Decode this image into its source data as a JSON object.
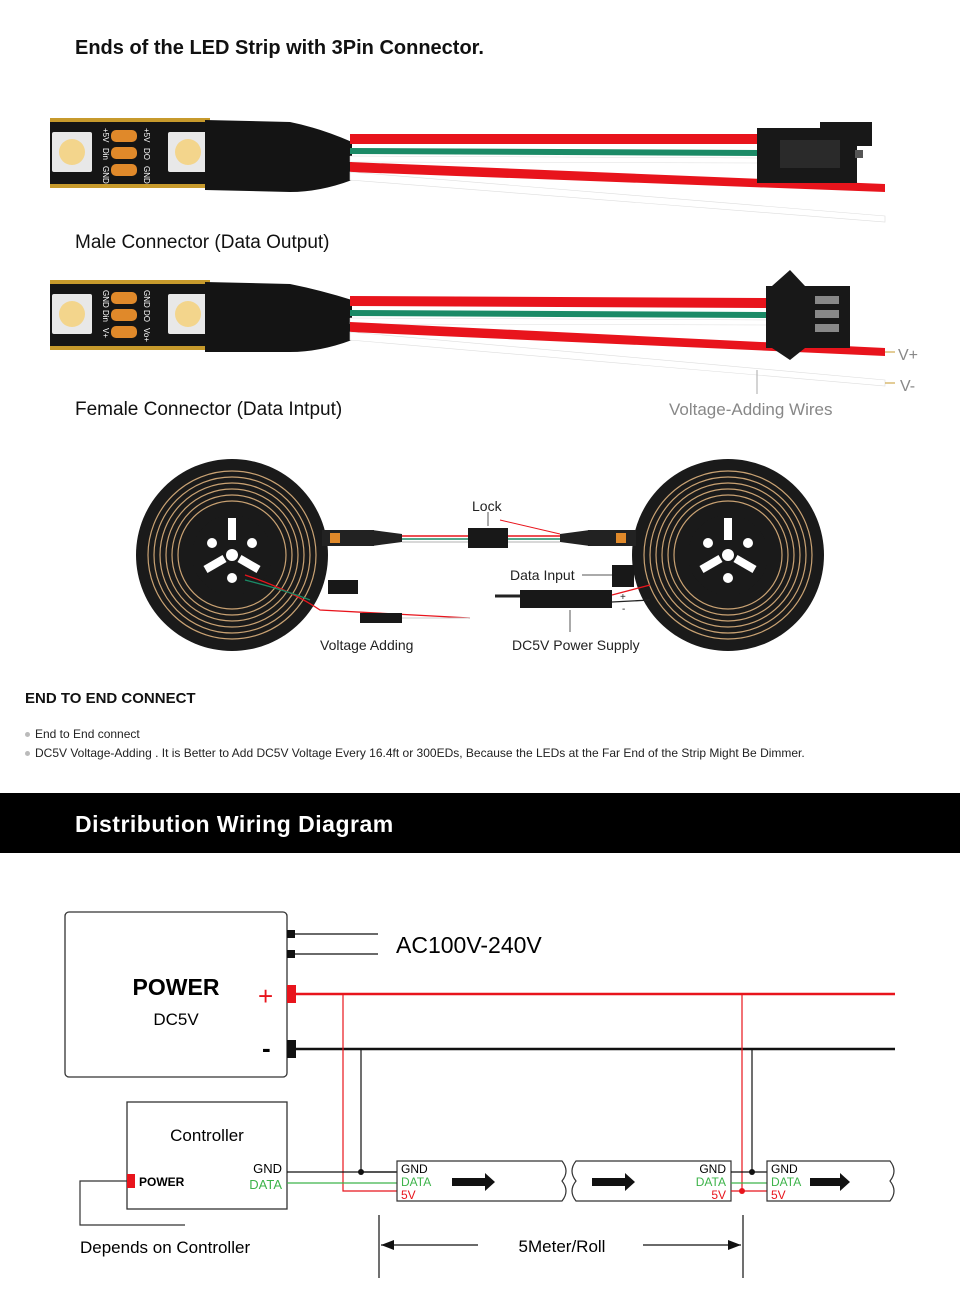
{
  "header": {
    "title": "Ends of the LED Strip with 3Pin Connector."
  },
  "male": {
    "label": "Male Connector (Data Output)",
    "pads": [
      "+5V",
      "Din",
      "GND"
    ],
    "pads_right": [
      "+5V",
      "DO",
      "GND"
    ]
  },
  "female": {
    "label": "Female Connector (Data Intput)",
    "pads": [
      "GND",
      "Din",
      "V+"
    ],
    "pads_right": [
      "GND",
      "DO",
      "Vo+"
    ],
    "v_plus": "V+",
    "v_minus": "V-",
    "wires_label": "Voltage-Adding Wires"
  },
  "reels": {
    "lock": "Lock",
    "data_input": "Data Input",
    "voltage_adding": "Voltage Adding",
    "power_supply": "DC5V Power Supply",
    "plus": "+",
    "minus": "-"
  },
  "end_to_end": {
    "heading": "END TO END CONNECT",
    "bullets": [
      "End to End connect",
      "DC5V Voltage-Adding . It is Better to Add DC5V Voltage Every 16.4ft or 300EDs, Because the LEDs at the Far End of the Strip Might Be Dimmer."
    ]
  },
  "banner": {
    "title": "Distribution Wiring Diagram"
  },
  "wiring": {
    "ac": "AC100V-240V",
    "power_title": "POWER",
    "power_sub": "DC5V",
    "plus": "+",
    "minus": "-",
    "controller": "Controller",
    "controller_power": "POWER",
    "gnd": "GND",
    "data": "DATA",
    "v5": "5V",
    "depends": "Depends on Controller",
    "roll": "5Meter/Roll"
  },
  "colors": {
    "red": "#e8141c",
    "green": "#1b8a66",
    "data_green": "#3db34a",
    "black": "#111111"
  }
}
